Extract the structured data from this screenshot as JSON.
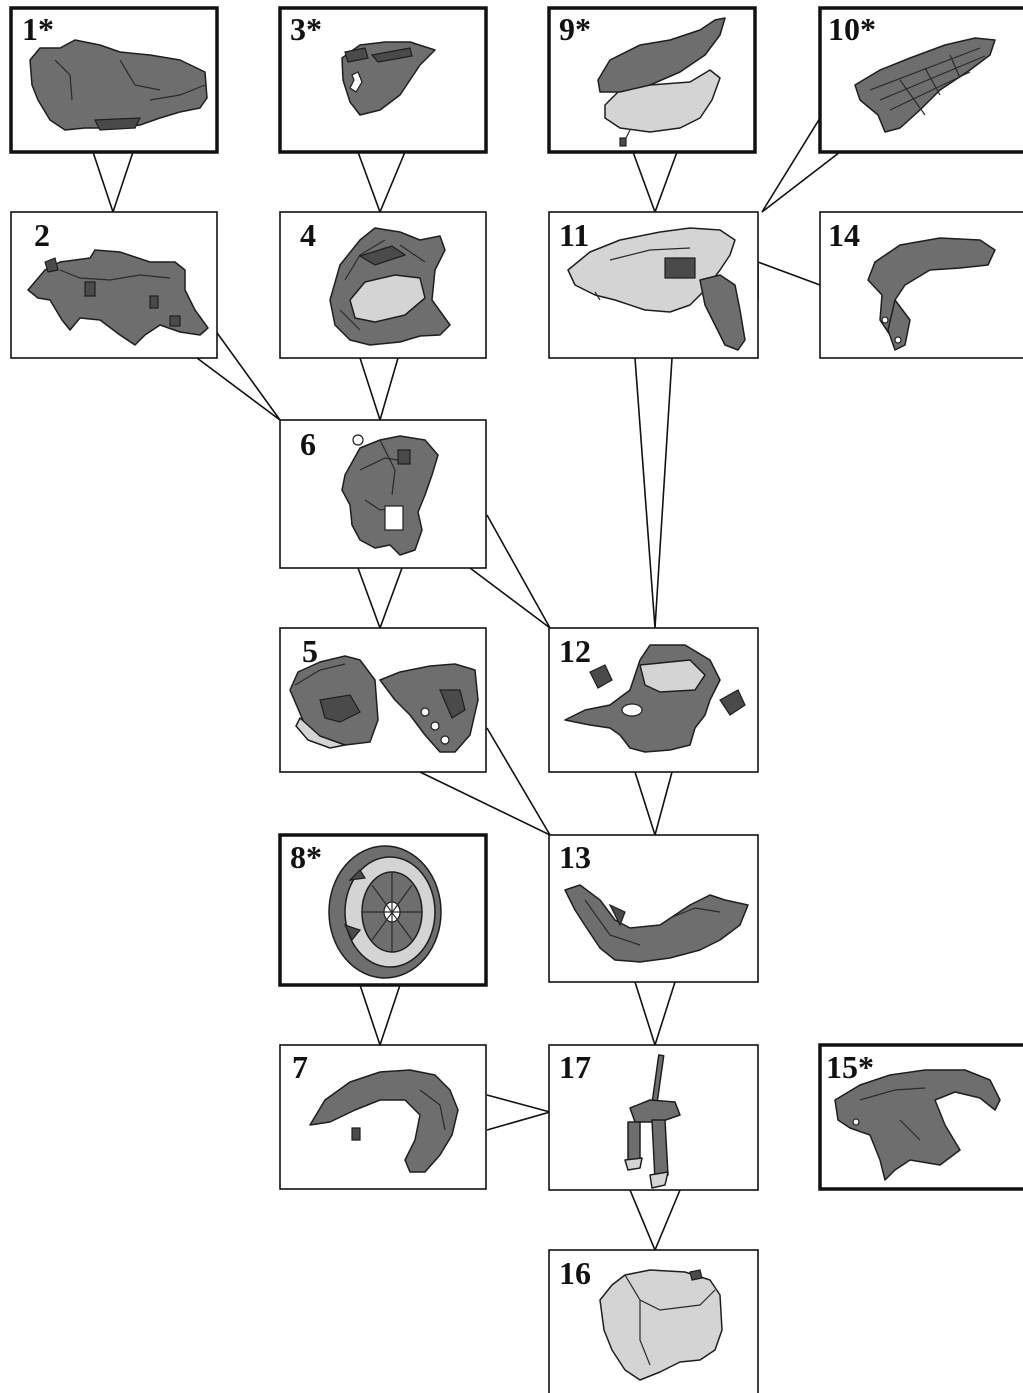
{
  "parts": {
    "p1": {
      "label": "1*",
      "icon": "seat-cover-icon",
      "starred": true
    },
    "p2": {
      "label": "2",
      "icon": "inner-front-cover-icon",
      "starred": false
    },
    "p3": {
      "label": "3*",
      "icon": "front-emblem-panel-icon",
      "starred": true
    },
    "p4": {
      "label": "4",
      "icon": "front-shield-icon",
      "starred": false
    },
    "p5": {
      "label": "5",
      "icon": "side-panels-icon",
      "starred": false
    },
    "p6": {
      "label": "6",
      "icon": "inner-shield-icon",
      "starred": false
    },
    "p7": {
      "label": "7",
      "icon": "front-mudguard-icon",
      "starred": false
    },
    "p8": {
      "label": "8*",
      "icon": "front-wheel-icon",
      "starred": true
    },
    "p9": {
      "label": "9*",
      "icon": "seat-icon",
      "starred": true
    },
    "p10": {
      "label": "10*",
      "icon": "rear-grid-panel-icon",
      "starred": true
    },
    "p11": {
      "label": "11",
      "icon": "rear-body-cover-icon",
      "starred": false
    },
    "p12": {
      "label": "12",
      "icon": "floor-panel-icon",
      "starred": false
    },
    "p13": {
      "label": "13",
      "icon": "lower-skirt-icon",
      "starred": false
    },
    "p14": {
      "label": "14",
      "icon": "grab-rail-icon",
      "starred": false
    },
    "p15": {
      "label": "15*",
      "icon": "rear-mudguard-icon",
      "starred": true
    },
    "p16": {
      "label": "16",
      "icon": "storage-compartment-icon",
      "starred": false
    },
    "p17": {
      "label": "17",
      "icon": "front-fork-icon",
      "starred": false
    }
  }
}
